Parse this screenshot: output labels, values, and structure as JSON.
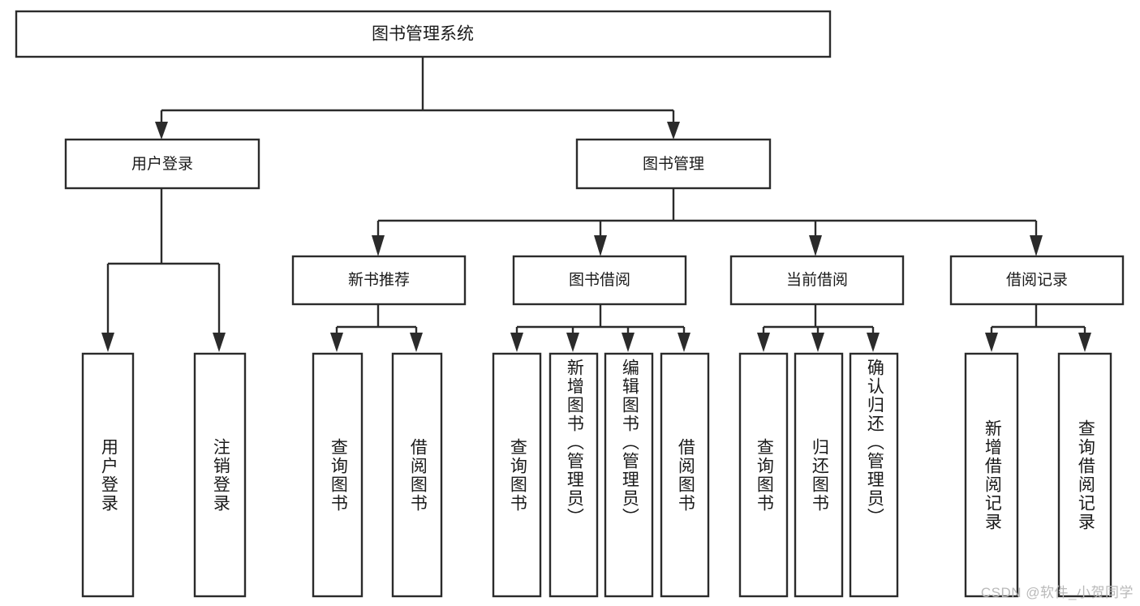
{
  "diagram": {
    "type": "hierarchy-tree",
    "title": "图书管理系统",
    "watermark": "CSDN @软件_小贺同学",
    "colors": {
      "stroke": "#2b2b2b",
      "fill": "#ffffff",
      "text": "#1a1a1a",
      "watermark": "#b9b9b9"
    },
    "root": {
      "label": "图书管理系统",
      "orientation": "horizontal"
    },
    "level2": [
      {
        "id": "user-login",
        "label": "用户登录",
        "orientation": "horizontal"
      },
      {
        "id": "book-manage",
        "label": "图书管理",
        "orientation": "horizontal"
      }
    ],
    "level3": [
      {
        "id": "new-book-recommend",
        "label": "新书推荐",
        "orientation": "horizontal",
        "parent": "book-manage"
      },
      {
        "id": "book-borrow",
        "label": "图书借阅",
        "orientation": "horizontal",
        "parent": "book-manage"
      },
      {
        "id": "current-borrow",
        "label": "当前借阅",
        "orientation": "horizontal",
        "parent": "book-manage"
      },
      {
        "id": "borrow-record",
        "label": "借阅记录",
        "orientation": "horizontal",
        "parent": "book-manage"
      }
    ],
    "leaves": [
      {
        "id": "leaf-user-login",
        "label": "用户登录",
        "parent": "user-login",
        "orientation": "vertical"
      },
      {
        "id": "leaf-logout-login",
        "label": "注销登录",
        "parent": "user-login",
        "orientation": "vertical"
      },
      {
        "id": "leaf-query-book-1",
        "label": "查询图书",
        "parent": "new-book-recommend",
        "orientation": "vertical"
      },
      {
        "id": "leaf-borrow-book-1",
        "label": "借阅图书",
        "parent": "new-book-recommend",
        "orientation": "vertical"
      },
      {
        "id": "leaf-query-book-2",
        "label": "查询图书",
        "parent": "book-borrow",
        "orientation": "vertical"
      },
      {
        "id": "leaf-add-book",
        "label": "新增图书（管理员）",
        "parent": "book-borrow",
        "orientation": "vertical"
      },
      {
        "id": "leaf-edit-book",
        "label": "编辑图书（管理员）",
        "parent": "book-borrow",
        "orientation": "vertical"
      },
      {
        "id": "leaf-borrow-book-2",
        "label": "借阅图书",
        "parent": "book-borrow",
        "orientation": "vertical"
      },
      {
        "id": "leaf-query-book-3",
        "label": "查询图书",
        "parent": "current-borrow",
        "orientation": "vertical"
      },
      {
        "id": "leaf-return-book",
        "label": "归还图书",
        "parent": "current-borrow",
        "orientation": "vertical"
      },
      {
        "id": "leaf-confirm-return",
        "label": "确认归还（管理员）",
        "parent": "current-borrow",
        "orientation": "vertical"
      },
      {
        "id": "leaf-add-record",
        "label": "新增借阅记录",
        "parent": "borrow-record",
        "orientation": "vertical"
      },
      {
        "id": "leaf-query-record",
        "label": "查询借阅记录",
        "parent": "borrow-record",
        "orientation": "vertical"
      }
    ]
  }
}
